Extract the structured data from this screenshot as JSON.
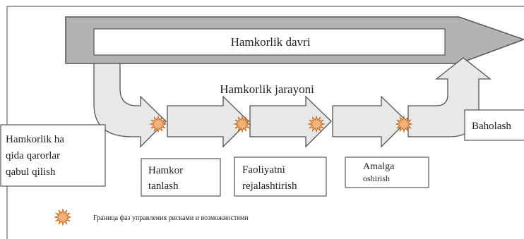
{
  "cycle_label": "Hamkorlik davri",
  "process_label": "Hamkorlik jarayoni",
  "stages": [
    {
      "lines": [
        "Hamkorlik ha",
        "qida qarorlar",
        "qabul qilish"
      ]
    },
    {
      "lines": [
        "Hamkor",
        "tanlash"
      ]
    },
    {
      "lines": [
        "Faoliyatni",
        "rejalashtirish"
      ]
    },
    {
      "lines": [
        "Amalga",
        "oshirish"
      ]
    },
    {
      "lines": [
        "Baholash"
      ]
    }
  ],
  "legend": {
    "text": "Граница фаз управления рисками и возможностями",
    "icon": "starburst-marker-icon"
  },
  "colors": {
    "band": "#b3b3b3",
    "arrow_fill": "#e8e8e8",
    "outline": "#555555",
    "star_fill": "#f2b27a",
    "star_stroke": "#c06a1a"
  }
}
